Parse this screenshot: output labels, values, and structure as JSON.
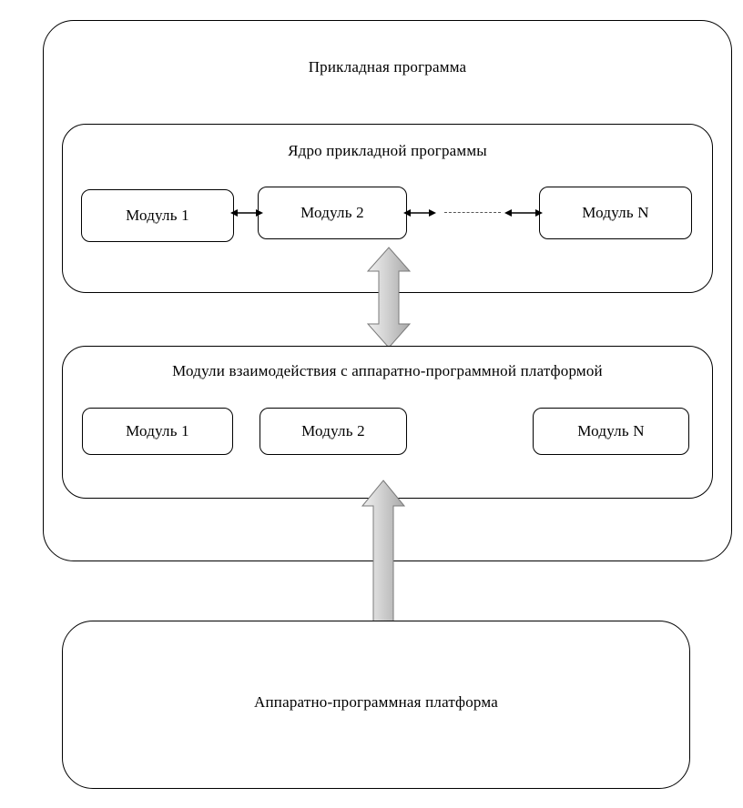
{
  "diagram": {
    "title_outer": "Прикладная программа",
    "core_group_title": "Ядро прикладной программы",
    "platform_modules_title": "Модули взаимодействия с аппаратно-программной платформой",
    "hardware_platform_title": "Аппаратно-программная платформа",
    "core_modules": [
      {
        "label": "Модуль 1"
      },
      {
        "label": "Модуль 2"
      },
      {
        "label": "Модуль N"
      }
    ],
    "platform_modules": [
      {
        "label": "Модуль 1"
      },
      {
        "label": "Модуль 2"
      },
      {
        "label": "Модуль N"
      }
    ],
    "connectors": {
      "horizontal_arrow_1": "double-headed-arrow",
      "horizontal_arrow_2": "double-headed-arrow",
      "horizontal_arrow_3": "double-headed-arrow",
      "ellipsis_line": "dashed-line",
      "vertical_arrow_top": "double-headed-vertical-arrow",
      "vertical_arrow_bottom": "double-headed-vertical-arrow"
    },
    "colors": {
      "stroke": "#000000",
      "fill": "#ffffff",
      "shadow": "#9a9a9a",
      "arrow_fill": "#c9c9c9"
    }
  }
}
